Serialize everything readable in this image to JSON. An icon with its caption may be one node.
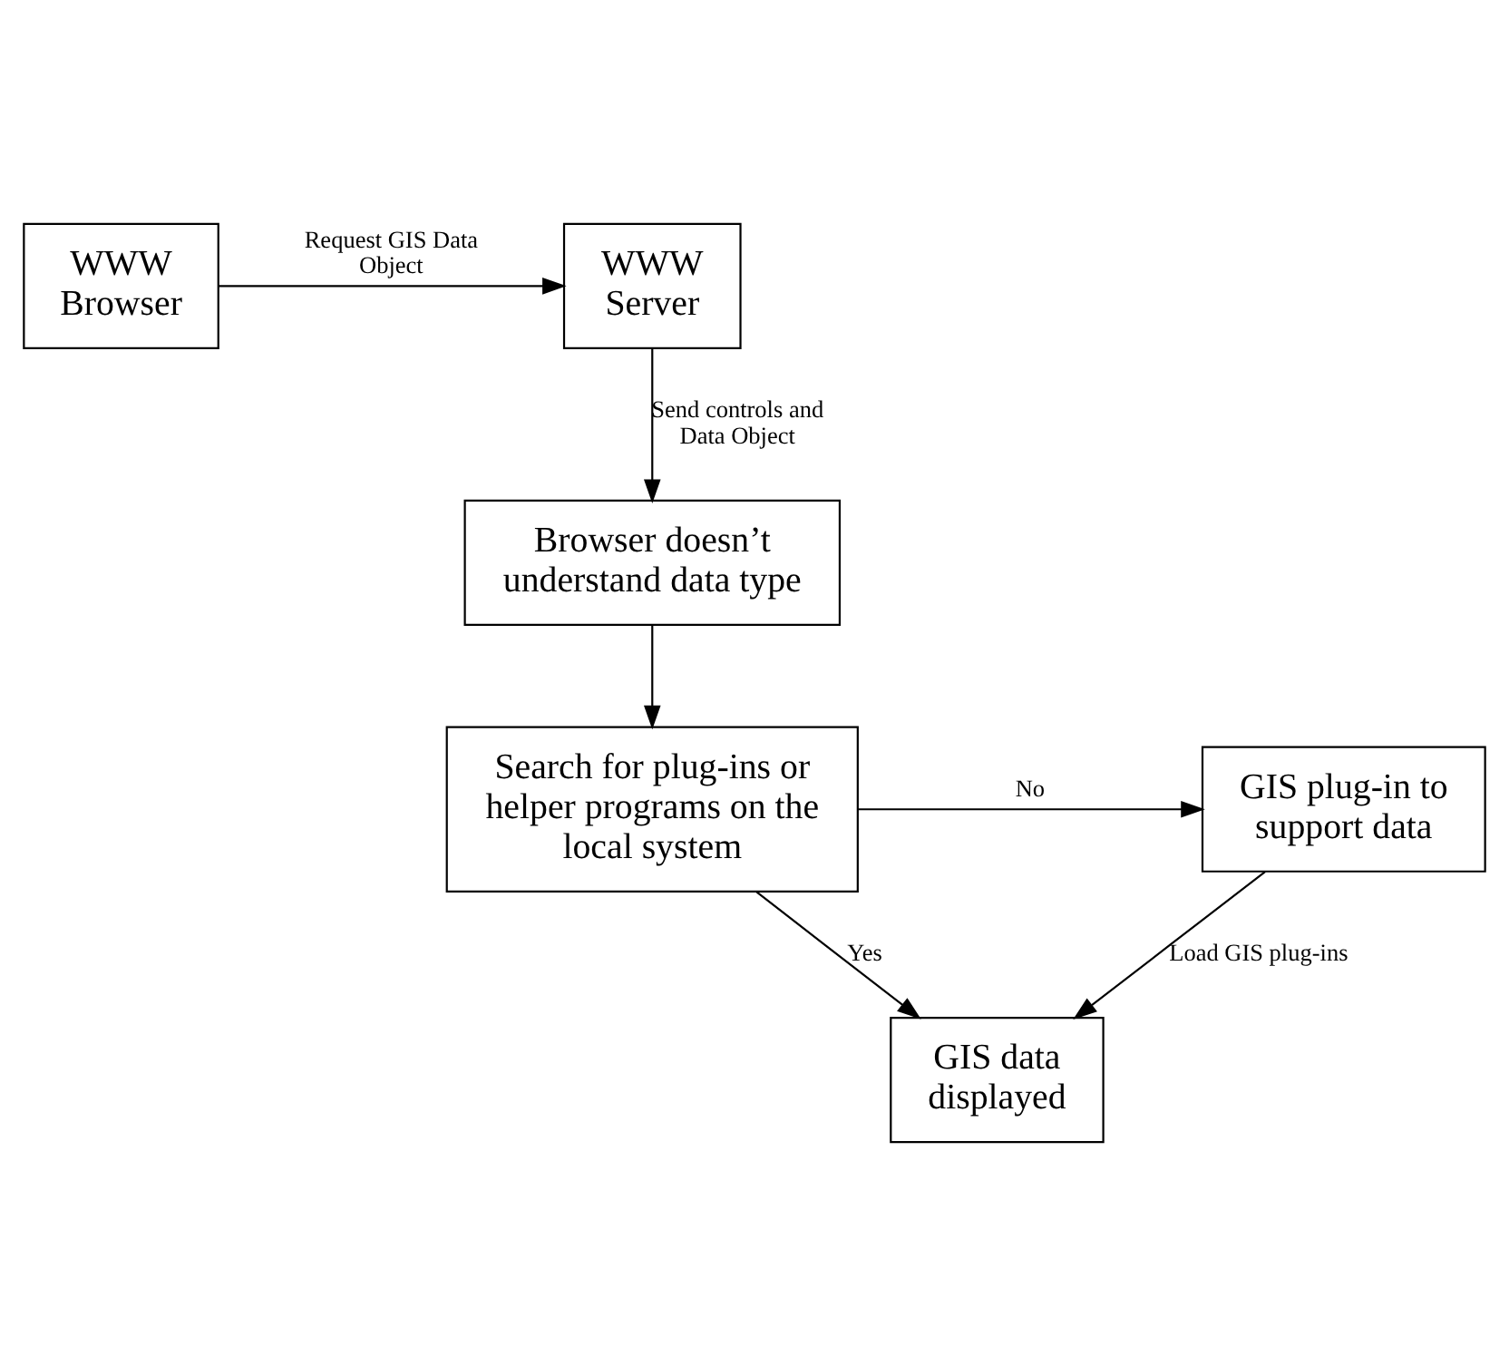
{
  "diagram": {
    "nodes": [
      {
        "text": [
          "WWW Browser"
        ]
      },
      {
        "text": [
          "WWW Server"
        ]
      },
      {
        "text": [
          "Browser doesn’t understand data type"
        ]
      },
      {
        "text": [
          "Search for plug-ins or helper programs on the local system"
        ]
      },
      {
        "text": [
          "GIS plug-in to support data"
        ]
      },
      {
        "text": [
          "GIS data displayed"
        ]
      }
    ],
    "edges": [
      {
        "from": 0,
        "to": 1,
        "arrow": "to",
        "label": "Request GIS Data Object"
      },
      {
        "from": 1,
        "to": 2,
        "arrow": "to",
        "label": "Send controls and Data Object"
      },
      {
        "from": 2,
        "to": 3,
        "arrow": "to"
      },
      {
        "from": 3,
        "to": 4,
        "arrow": "to",
        "label": "No"
      },
      {
        "from": 3,
        "to": 5,
        "arrow": "to",
        "label": "Yes"
      },
      {
        "from": 4,
        "to": 5,
        "arrow": "to",
        "label": "Load GIS plug-ins"
      }
    ]
  }
}
